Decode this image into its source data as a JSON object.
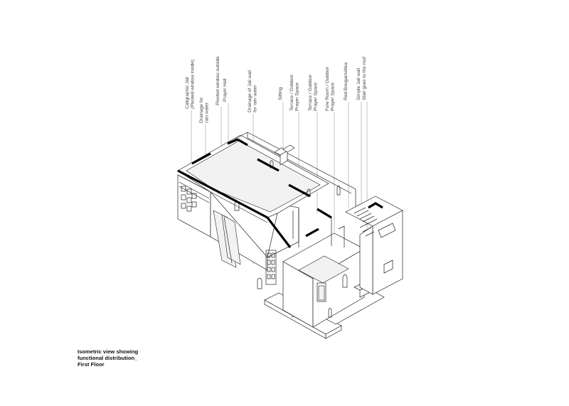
{
  "annotations": [
    {
      "lines": [
        "Caligraphic Jali",
        "(Pivoted window inside)"
      ]
    },
    {
      "lines": [
        "Drainage for",
        "rain water"
      ]
    },
    {
      "lines": [
        "Pivoted window outside"
      ]
    },
    {
      "lines": [
        "Prayer Hall"
      ]
    },
    {
      "lines": [
        "Drainage of Jali wall",
        "for rain water"
      ]
    },
    {
      "lines": [
        "Sitting"
      ]
    },
    {
      "lines": [
        "Terrace / Outdoor",
        "Prayer Space"
      ]
    },
    {
      "lines": [
        "Terrace / Outdoor",
        "Prayer Space"
      ]
    },
    {
      "lines": [
        "Fore Room / Outdoor",
        "Prayer Space"
      ]
    },
    {
      "lines": [
        "Red Bougainvillea"
      ]
    },
    {
      "lines": [
        "Simple Jali wall"
      ]
    },
    {
      "lines": [
        "Stair goes to the roof"
      ]
    }
  ],
  "caption": {
    "lines": [
      "Isometric view showing",
      "functional distribution_",
      "First Floor"
    ]
  }
}
